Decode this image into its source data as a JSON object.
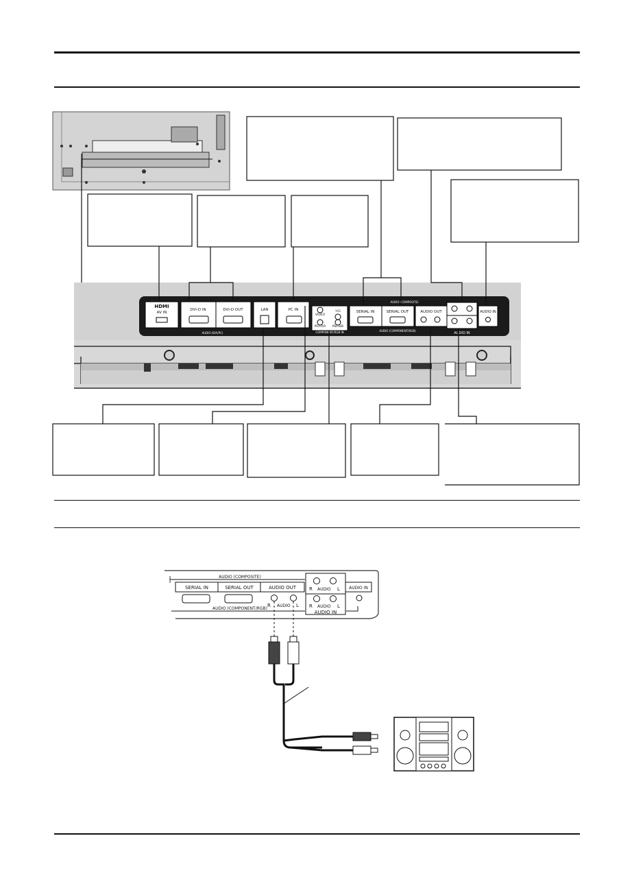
{
  "port_labels": {
    "hdmi_logo": "HDMI",
    "av_in": "AV IN",
    "dvi_in": "DVI-D IN",
    "dvi_out": "DVI-D OUT",
    "lan": "LAN",
    "pc_in": "PC IN",
    "video": "VIDEO",
    "y": "Y/G",
    "pr": "PR/CR/R",
    "pb": "PB/CB/B",
    "component_rgb_in": "COMPONENT/RGB IN",
    "serial_in": "SERIAL IN",
    "serial_out": "SERIAL OUT",
    "audio_out": "AUDIO OUT",
    "audio_in": "AUDIO IN",
    "audio_in_mini": "AUDIO IN",
    "audio_composite": "AUDIO (COMPOSITE)",
    "audio_dvi_pc": "AUDIO (DVI/PC)",
    "audio_component_rgb": "AUDIO (COMPONENT/RGB)"
  },
  "detail_labels": {
    "audio_composite": "AUDIO (COMPOSITE)",
    "serial_in": "SERIAL IN",
    "serial_out": "SERIAL OUT",
    "audio_out": "AUDIO OUT",
    "audio_in_mini": "AUDIO IN",
    "r": "R",
    "l": "L",
    "audio": "AUDIO",
    "audio_in_group": "AUDIO IN",
    "audio_component_rgb": "AUDIO (COMPONENT/RGB)"
  }
}
